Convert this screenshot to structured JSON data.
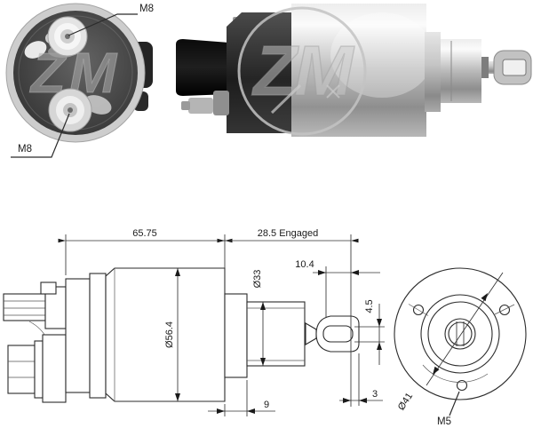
{
  "back_view": {
    "terminal_top_label": "M8",
    "terminal_bottom_label": "M8",
    "watermark": "ZM"
  },
  "side_view": {
    "watermark": "ZM"
  },
  "drawing": {
    "overall_length": "65.75",
    "engaged": "28.5 Engaged",
    "travel": "10.4",
    "front_diameter": "Ø33",
    "body_diameter": "Ø56.4",
    "slot_height": "4.5",
    "flange_thickness": "9",
    "eye_wall": "3"
  },
  "front_view": {
    "bolt_circle": "Ø41",
    "mount_thread": "M5"
  },
  "colors": {
    "line": "#2b2b2b",
    "metal_light": "#e9e9e9",
    "metal_dark": "#222222",
    "paper": "#ffffff"
  }
}
